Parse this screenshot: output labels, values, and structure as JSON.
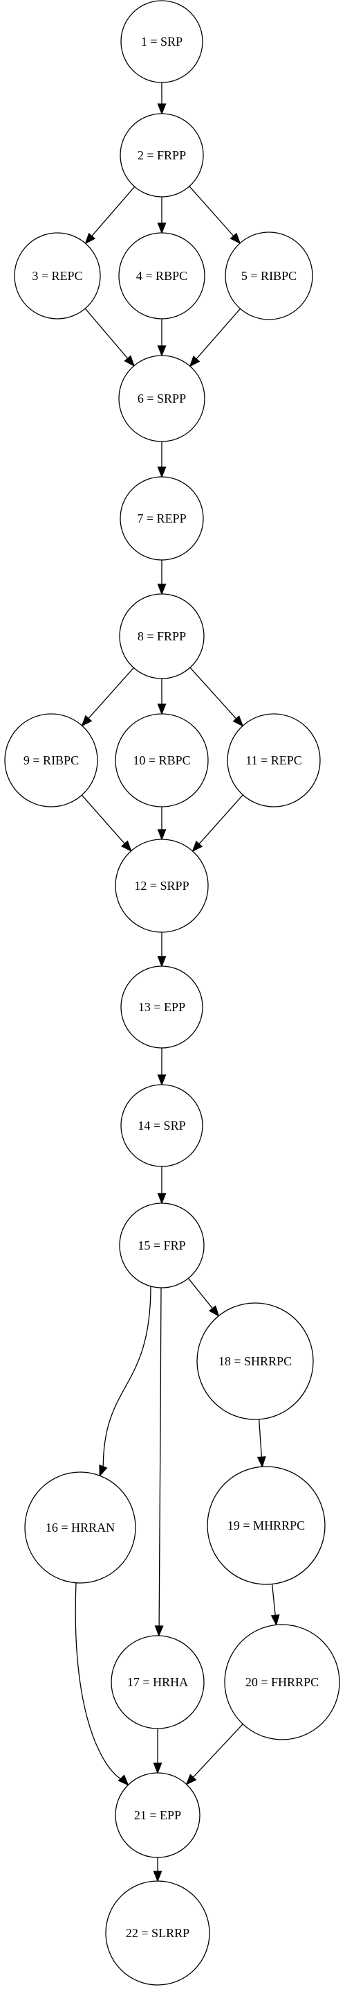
{
  "nodes": [
    {
      "id": "n1",
      "label": "1 = SRP"
    },
    {
      "id": "n2",
      "label": "2 = FRPP"
    },
    {
      "id": "n3",
      "label": "3 = REPC"
    },
    {
      "id": "n4",
      "label": "4 = RBPC"
    },
    {
      "id": "n5",
      "label": "5 = RIBPC"
    },
    {
      "id": "n6",
      "label": "6 = SRPP"
    },
    {
      "id": "n7",
      "label": "7 = REPP"
    },
    {
      "id": "n8",
      "label": "8 = FRPP"
    },
    {
      "id": "n9",
      "label": "9 = RIBPC"
    },
    {
      "id": "n10",
      "label": "10 = RBPC"
    },
    {
      "id": "n11",
      "label": "11 = REPC"
    },
    {
      "id": "n12",
      "label": "12 = SRPP"
    },
    {
      "id": "n13",
      "label": "13 = EPP"
    },
    {
      "id": "n14",
      "label": "14 = SRP"
    },
    {
      "id": "n15",
      "label": "15 = FRP"
    },
    {
      "id": "n16",
      "label": "16 = HRRAN"
    },
    {
      "id": "n17",
      "label": "17 = HRHA"
    },
    {
      "id": "n18",
      "label": "18 = SHRRPC"
    },
    {
      "id": "n19",
      "label": "19 = MHRRPC"
    },
    {
      "id": "n20",
      "label": "20 = FHRRPC"
    },
    {
      "id": "n21",
      "label": "21 = EPP"
    },
    {
      "id": "n22",
      "label": "22 = SLRRP"
    }
  ],
  "edges": [
    {
      "from": "n1",
      "to": "n2"
    },
    {
      "from": "n2",
      "to": "n3"
    },
    {
      "from": "n2",
      "to": "n4"
    },
    {
      "from": "n2",
      "to": "n5"
    },
    {
      "from": "n3",
      "to": "n6"
    },
    {
      "from": "n4",
      "to": "n6"
    },
    {
      "from": "n5",
      "to": "n6"
    },
    {
      "from": "n6",
      "to": "n7"
    },
    {
      "from": "n7",
      "to": "n8"
    },
    {
      "from": "n8",
      "to": "n9"
    },
    {
      "from": "n8",
      "to": "n10"
    },
    {
      "from": "n8",
      "to": "n11"
    },
    {
      "from": "n9",
      "to": "n12"
    },
    {
      "from": "n10",
      "to": "n12"
    },
    {
      "from": "n11",
      "to": "n12"
    },
    {
      "from": "n12",
      "to": "n13"
    },
    {
      "from": "n13",
      "to": "n14"
    },
    {
      "from": "n14",
      "to": "n15"
    },
    {
      "from": "n15",
      "to": "n16"
    },
    {
      "from": "n15",
      "to": "n17"
    },
    {
      "from": "n15",
      "to": "n18"
    },
    {
      "from": "n18",
      "to": "n19"
    },
    {
      "from": "n19",
      "to": "n20"
    },
    {
      "from": "n16",
      "to": "n21"
    },
    {
      "from": "n17",
      "to": "n21"
    },
    {
      "from": "n20",
      "to": "n21"
    },
    {
      "from": "n21",
      "to": "n22"
    }
  ]
}
